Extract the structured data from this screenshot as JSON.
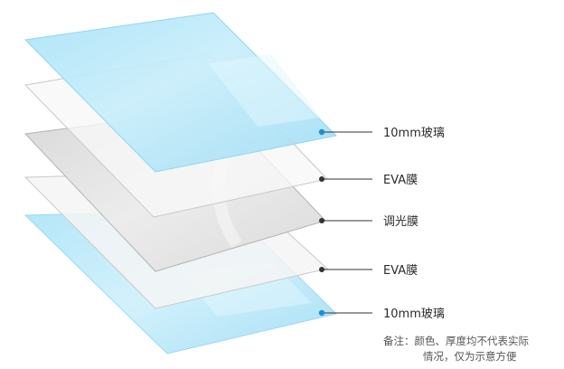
{
  "layers": [
    {
      "label": "10mm玻璃",
      "kind": "glass"
    },
    {
      "label": "EVA膜",
      "kind": "film-clear"
    },
    {
      "label": "调光膜",
      "kind": "film-grey"
    },
    {
      "label": "EVA膜",
      "kind": "film-clear"
    },
    {
      "label": "10mm玻璃",
      "kind": "glass"
    }
  ],
  "note": {
    "line1": "备注：颜色、厚度均不代表实际",
    "line2": "情况，仅为示意方便"
  },
  "colors": {
    "glass_fill": "#bfeaf9",
    "glass_edge": "#8fd8f2",
    "film_clear_fill": "#f7f7f7",
    "film_clear_edge": "#cfcfcf",
    "film_grey_fill": "#e2e2e2",
    "film_grey_edge": "#b8b8b8",
    "leader_line": "#333333",
    "dot": "#1f8fd1"
  }
}
